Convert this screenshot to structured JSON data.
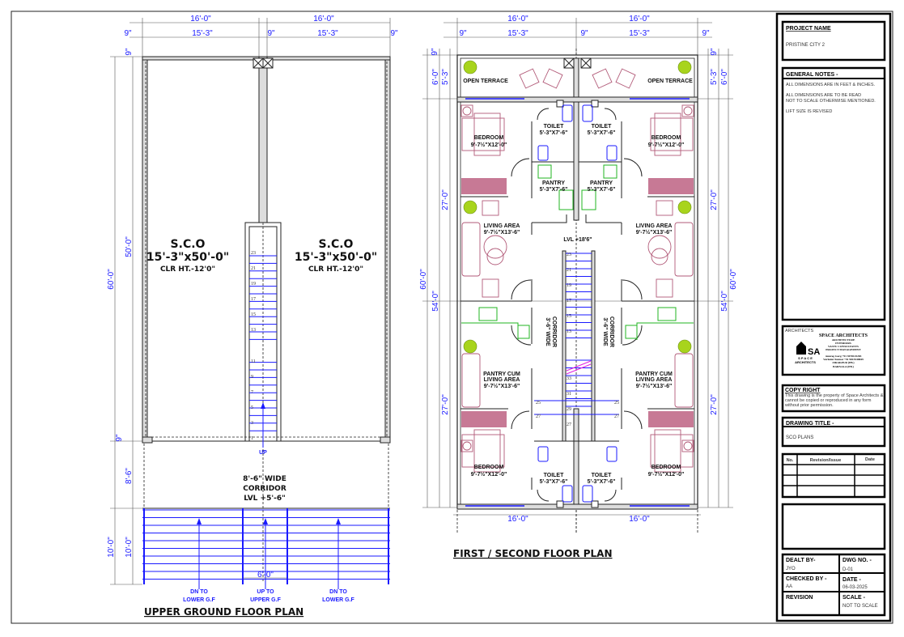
{
  "upper_ground": {
    "title": "UPPER GROUND FLOOR PLAN",
    "dims_top": [
      "16'-0\"",
      "16'-0\""
    ],
    "dims_sub": [
      "9\"",
      "15'-3\"",
      "9\"",
      "15'-3\"",
      "9\""
    ],
    "dims_side": {
      "d50": "50'-0\"",
      "d60": "60'-0\"",
      "d9": "9\"",
      "d9b": "9\"",
      "d86": "8'-6\"",
      "d10a": "10'-0\"",
      "d10b": "10'-0\"",
      "d6": "6'-0\""
    },
    "shops": [
      {
        "name": "S.C.O",
        "size": "15'-3\"x50'-0\"",
        "height": "CLR HT.-12'0\""
      },
      {
        "name": "S.C.O",
        "size": "15'-3\"x50'-0\"",
        "height": "CLR HT.-12'0\""
      }
    ],
    "stair_numbers": [
      "23",
      "21",
      "19",
      "17",
      "15",
      "13",
      "11",
      "9",
      "7",
      "5",
      "3",
      "1"
    ],
    "stair_up": "UP",
    "corridor": [
      "8'-6\" WIDE",
      "CORRIDOR",
      "LVL +5'-6\""
    ],
    "steps": [
      [
        "DN TO",
        "LOWER G.F"
      ],
      [
        "UP TO",
        "UPPER G.F"
      ],
      [
        "DN TO",
        "LOWER G.F"
      ]
    ]
  },
  "first_floor": {
    "title": "FIRST / SECOND FLOOR PLAN",
    "dims_top": [
      "16'-0\"",
      "16'-0\""
    ],
    "dims_sub": [
      "9\"",
      "15'-3\"",
      "9\"",
      "15'-3\"",
      "9\""
    ],
    "dims_bottom": [
      "16'-0\"",
      "16'-0\""
    ],
    "dims_left": {
      "d9": "9\"",
      "d6": "6'-0\"",
      "d53": "5'-3\"",
      "d27a": "27'-0\"",
      "d60": "60'-0\"",
      "d54": "54'-0\"",
      "d27b": "27'-0\""
    },
    "dims_right": {
      "d9": "9\"",
      "d6": "6'-0\"",
      "d53": "5'-3\"",
      "d27a": "27'-0\"",
      "d60": "60'-0\"",
      "d54": "54'-0\"",
      "d27b": "27'-0\""
    },
    "open_terrace": "OPEN TERRACE",
    "bedroom": {
      "name": "BEDROOM",
      "size": "9'-7½\"X12'-0\""
    },
    "toilet": {
      "name": "TOILET",
      "size": "5'-3\"X7'-6\""
    },
    "pantry": {
      "name": "PANTRY",
      "size": "5'-3\"X7'-6\""
    },
    "living": {
      "name": "LIVING AREA",
      "size": "9'-7½\"X13'-6\""
    },
    "pantry_living": {
      "name1": "PANTRY CUM",
      "name2": "LIVING AREA",
      "size": "9'-7½\"X13'-6\""
    },
    "level": "LVL +18'6\"",
    "corridor": [
      "3'-6\" WIDE",
      "CORRIDOR"
    ],
    "stair_numbers": [
      "23",
      "21",
      "19",
      "17",
      "15",
      "13",
      "33",
      "31",
      "29",
      "27"
    ],
    "landing_numbers": [
      "25",
      "25",
      "27",
      "27"
    ]
  },
  "title_block": {
    "project_label": "PROJECT NAME",
    "project_name": "PRISTINE CITY 2",
    "notes_label": "GENERAL NOTES -",
    "notes": [
      "ALL DIMENSIONS ARE IN FEET & INCHES.",
      "ALL DIMENSIONS ARE TO BE READ",
      "NOT TO SCALE OTHERWISE MENTIONED.",
      "LIFT SIZE IS REVISED"
    ],
    "architects_label": "ARCHITECTS",
    "firm_name": "SPACE ARCHITECTS",
    "firm_services": [
      "ARCHITECTURE",
      "INTERIORS",
      "VASTU CONSULTANTS",
      "PROJECT MANAGEMENT"
    ],
    "firm_contacts": [
      "Anurag Garg +91 9478125283",
      "Varinder Kumar +91 9815548849",
      "ZIRAKPUR (PB.)",
      "BARNALA (PB.)"
    ],
    "logo_text": [
      "SA",
      "S P A C E",
      "ARCHITECTS"
    ],
    "copyright_label": "COPY RIGHT",
    "copyright_text": [
      "This drawing is the property of Space Architects &",
      "cannot be copied or reproduced in any form",
      "without prior permission."
    ],
    "drawing_title_label": "DRAWING TITLE -",
    "drawing_title": "SCO PLANS",
    "revision_table": {
      "headers": [
        "No.",
        "Revision/Issue",
        "Date"
      ],
      "rows": [
        [
          "",
          "",
          ""
        ],
        [
          "",
          "",
          ""
        ],
        [
          "",
          "",
          ""
        ]
      ]
    },
    "dealt_by_label": "DEALT BY-",
    "dealt_by": "JYO",
    "dwg_no_label": "DWG NO. -",
    "dwg_no": "D-01",
    "checked_by_label": "CHECKED BY -",
    "checked_by": "AA",
    "date_label": "DATE -",
    "date": "06-03-2025",
    "revision_label": "REVISION",
    "scale_label": "SCALE -",
    "scale": "NOT TO SCALE"
  }
}
